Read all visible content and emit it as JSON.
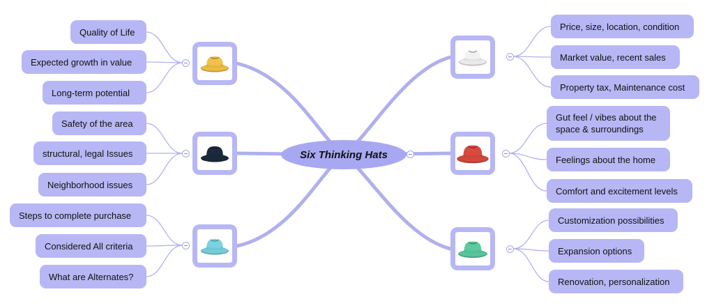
{
  "central_topic": "Six Thinking Hats",
  "colors": {
    "branch": "#a8a8f2",
    "leaf_fill": "#b7b7f5",
    "connector": "#b0b0ee"
  },
  "branches": [
    {
      "hat": "yellow-hat",
      "hat_color": "#f2c149",
      "items": [
        "Quality of Life",
        "Expected growth in value",
        "Long-term  potential"
      ]
    },
    {
      "hat": "black-hat",
      "hat_color": "#1b2a3c",
      "items": [
        "Safety of the area",
        "structural, legal Issues",
        "Neighborhood issues"
      ]
    },
    {
      "hat": "blue-hat",
      "hat_color": "#79d3e0",
      "items": [
        "Steps to complete purchase",
        "Considered All criteria",
        "What are Alternates?"
      ]
    },
    {
      "hat": "white-hat",
      "hat_color": "#f2f2f2",
      "items": [
        "Price, size, location, condition",
        "Market value, recent sales",
        "Property tax, Maintenance cost"
      ]
    },
    {
      "hat": "red-hat",
      "hat_color": "#d94a3e",
      "items": [
        "Gut feel / vibes about the space & surroundings",
        "Feelings about the home",
        "Comfort and excitement levels"
      ]
    },
    {
      "hat": "green-hat",
      "hat_color": "#5ccaa0",
      "items": [
        "Customization possibilities",
        "Expansion options",
        "Renovation, personalization"
      ]
    }
  ]
}
